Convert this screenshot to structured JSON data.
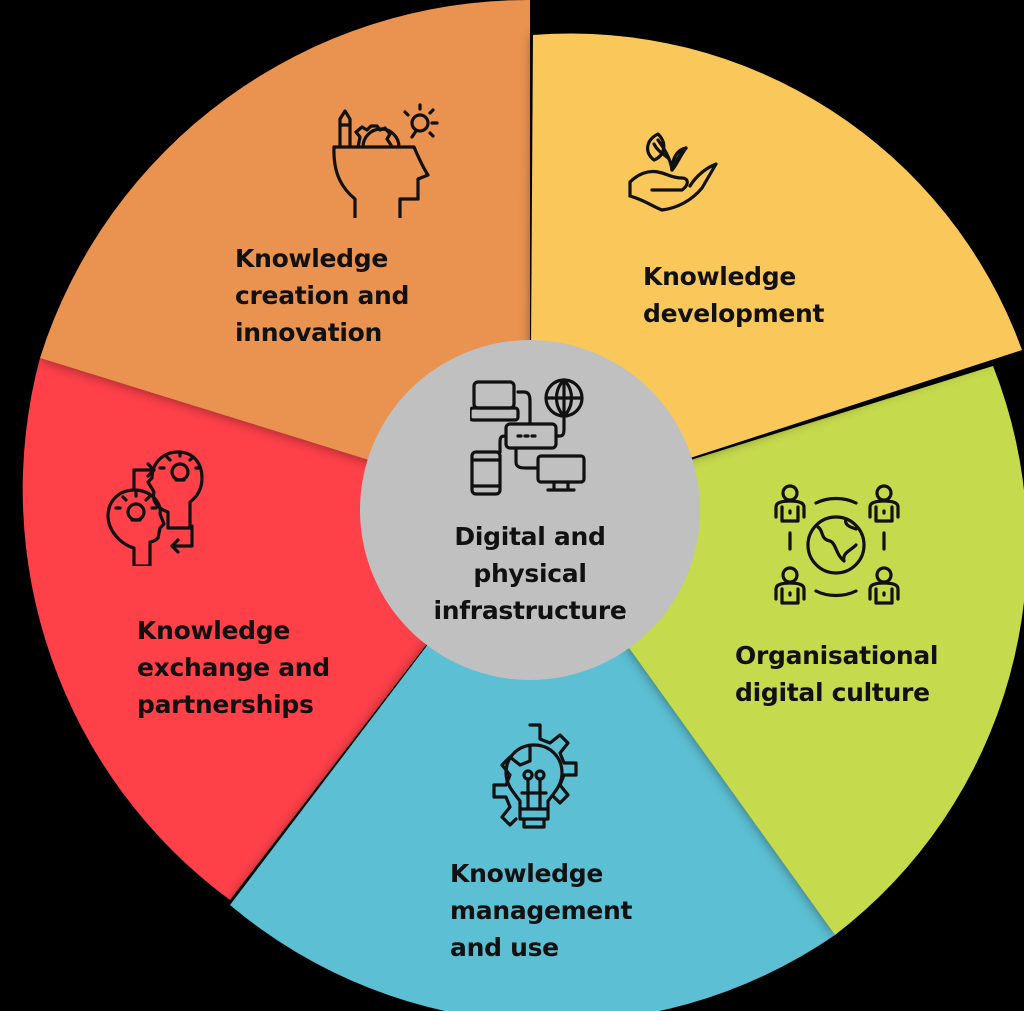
{
  "diagram": {
    "type": "segmented-wheel",
    "center": {
      "label": "Digital and\nphysical\ninfrastructure",
      "icon": "network-devices-icon",
      "color": "#C0C0C0"
    },
    "segments": [
      {
        "id": "creation",
        "label": "Knowledge\ncreation and\ninnovation",
        "icon": "head-gears-ideas-icon",
        "color": "#EA9250"
      },
      {
        "id": "development",
        "label": "Knowledge\ndevelopment",
        "icon": "hand-sprout-icon",
        "color": "#FAC85A"
      },
      {
        "id": "culture",
        "label": "Organisational\ndigital culture",
        "icon": "people-globe-icon",
        "color": "#C6DA4D"
      },
      {
        "id": "management",
        "label": "Knowledge\nmanagement\nand use",
        "icon": "lightbulb-gear-icon",
        "color": "#5CBFD3"
      },
      {
        "id": "exchange",
        "label": "Knowledge\nexchange and\npartnerships",
        "icon": "heads-exchange-icon",
        "color": "#FE4148"
      }
    ]
  }
}
